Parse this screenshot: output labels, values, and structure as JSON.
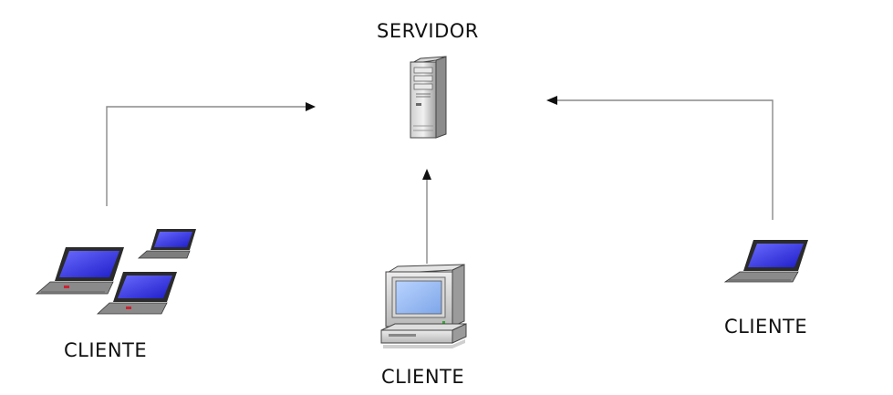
{
  "server": {
    "label": "SERVIDOR",
    "icon": "server-tower-icon"
  },
  "clients": [
    {
      "label": "CLIENTE",
      "icon": "laptops-group-icon"
    },
    {
      "label": "CLIENTE",
      "icon": "desktop-computer-icon"
    },
    {
      "label": "CLIENTE",
      "icon": "laptop-icon"
    }
  ],
  "colors": {
    "arrow": "#555555",
    "screen": "#3d3df0",
    "body": "#9a9a9a",
    "label": "#111111"
  }
}
